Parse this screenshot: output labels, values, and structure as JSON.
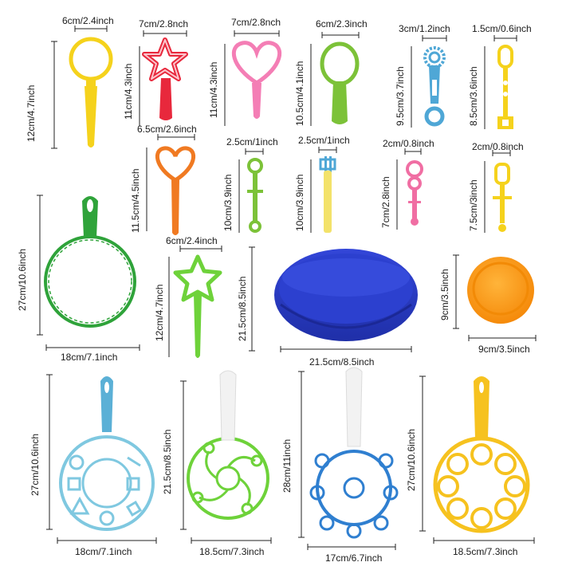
{
  "labels": {
    "l01": "6cm/2.4inch",
    "l02": "12cm/4.7inch",
    "l03": "7cm/2.8nch",
    "l04": "11cm/4.3inch",
    "l05": "7cm/2.8nch",
    "l06": "11cm/4.3inch",
    "l07": "6cm/2.3inch",
    "l08": "10.5cm/4.1inch",
    "l09": "3cm/1.2inch",
    "l10": "9.5cm/3.7inch",
    "l11": "1.5cm/0.6inch",
    "l12": "8.5cm/3.6inch",
    "l13": "6.5cm/2.6inch",
    "l14": "11.5cm/4.5inch",
    "l15": "2.5cm/1inch",
    "l16": "10cm/3.9inch",
    "l17": "2.5cm/1inch",
    "l18": "10cm/3.9inch",
    "l19": "2cm/0.8inch",
    "l20": "7cm/2.8inch",
    "l21": "2cm/0.8inch",
    "l22": "7.5cm/3inch",
    "l23": "27cm/10.6inch",
    "l24": "18cm/7.1inch",
    "l25": "6cm/2.4inch",
    "l26": "12cm/4.7inch",
    "l27": "21.5cm/8.5inch",
    "l28": "21.5cm/8.5inch",
    "l29": "9cm/3.5inch",
    "l30": "9cm/3.5inch",
    "l31": "27cm/10.6inch",
    "l32": "18cm/7.1inch",
    "l33": "21.5cm/8.5inch",
    "l34": "18.5cm/7.3inch",
    "l35": "28cm/11inch",
    "l36": "17cm/6.7inch",
    "l37": "27cm/10.6inch",
    "l38": "18.5cm/7.3inch"
  },
  "colors": {
    "yellow": "#f5d21c",
    "red": "#e8283c",
    "pink": "#f47eb5",
    "green": "#7cc238",
    "blue": "#4fa7d6",
    "orange": "#f07a22",
    "darkgreen": "#2fa33a",
    "navy": "#2a3ec8",
    "bright_orange": "#fb9a12",
    "light_blue": "#7fc8e0",
    "lime": "#6ed23a",
    "royal_blue": "#2f7fd0",
    "gold": "#f6c21f",
    "white_handle": "#f2f2f2"
  }
}
